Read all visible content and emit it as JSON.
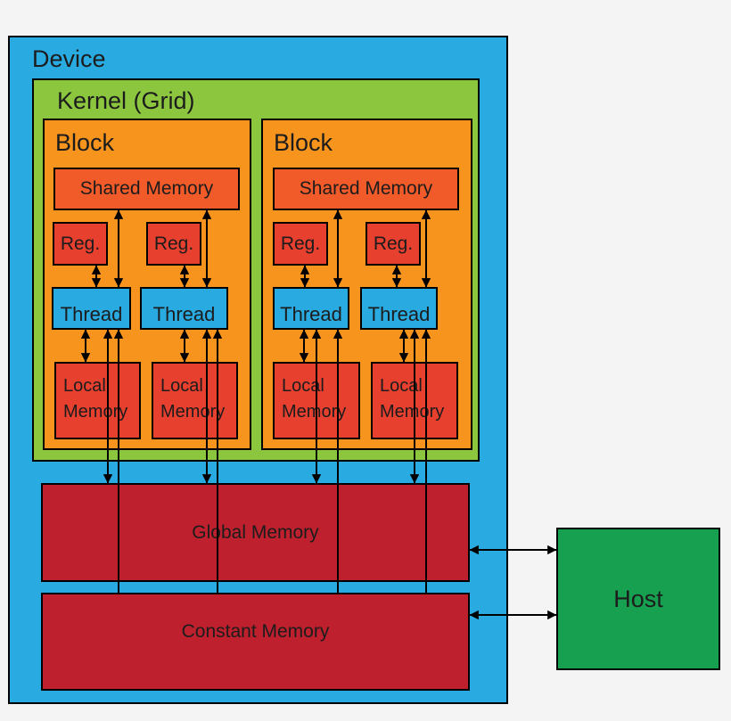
{
  "device": {
    "label": "Device"
  },
  "kernel": {
    "label": "Kernel (Grid)"
  },
  "blocks": [
    {
      "label": "Block",
      "shared_memory": {
        "label": "Shared Memory"
      },
      "threads": [
        {
          "register": {
            "label": "Reg."
          },
          "thread": {
            "label": "Thread"
          },
          "local_memory": {
            "label": "Local Memory"
          }
        },
        {
          "register": {
            "label": "Reg."
          },
          "thread": {
            "label": "Thread"
          },
          "local_memory": {
            "label": "Local Memory"
          }
        }
      ]
    },
    {
      "label": "Block",
      "shared_memory": {
        "label": "Shared Memory"
      },
      "threads": [
        {
          "register": {
            "label": "Reg."
          },
          "thread": {
            "label": "Thread"
          },
          "local_memory": {
            "label": "Local Memory"
          }
        },
        {
          "register": {
            "label": "Reg."
          },
          "thread": {
            "label": "Thread"
          },
          "local_memory": {
            "label": "Local Memory"
          }
        }
      ]
    }
  ],
  "global_memory": {
    "label": "Global Memory"
  },
  "constant_memory": {
    "label": "Constant Memory"
  },
  "host": {
    "label": "Host"
  },
  "colors": {
    "background": "#f4f4f5",
    "device_blue": "#29abe2",
    "kernel_green": "#8cc63f",
    "block_orange": "#f7941e",
    "shared_memory_orange_red": "#f15a29",
    "register_red": "#e8402f",
    "thread_blue": "#29abe2",
    "local_memory_red": "#e8402f",
    "global_constant_crimson": "#be202e",
    "host_green": "#16a04f",
    "outline_black": "#000000",
    "text_black": "#1c1c1c"
  }
}
